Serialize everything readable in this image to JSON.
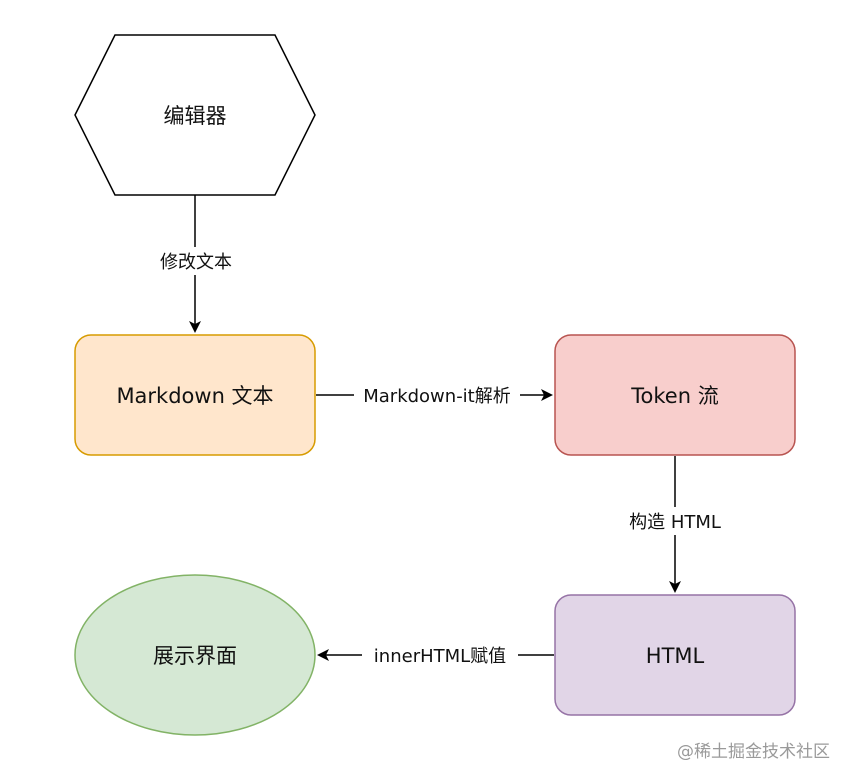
{
  "nodes": {
    "editor": {
      "label": "编辑器",
      "shape": "hexagon",
      "fill": "#ffffff",
      "stroke": "#000000"
    },
    "markdown_text": {
      "label": "Markdown 文本",
      "shape": "rounded-rect",
      "fill": "#ffe6cc",
      "stroke": "#d79b00"
    },
    "token_stream": {
      "label": "Token 流",
      "shape": "rounded-rect",
      "fill": "#f8cecc",
      "stroke": "#b85450"
    },
    "html": {
      "label": "HTML",
      "shape": "rounded-rect",
      "fill": "#e1d5e7",
      "stroke": "#9673a6"
    },
    "display_ui": {
      "label": "展示界面",
      "shape": "ellipse",
      "fill": "#d5e8d4",
      "stroke": "#82b366"
    }
  },
  "edges": {
    "editor_to_markdown": {
      "from": "editor",
      "to": "markdown_text",
      "label": "修改文本"
    },
    "markdown_to_token": {
      "from": "markdown_text",
      "to": "token_stream",
      "label": "Markdown-it解析"
    },
    "token_to_html": {
      "from": "token_stream",
      "to": "html",
      "label": "构造 HTML"
    },
    "html_to_display": {
      "from": "html",
      "to": "display_ui",
      "label": "innerHTML赋值"
    }
  },
  "watermark": "@稀土掘金技术社区"
}
